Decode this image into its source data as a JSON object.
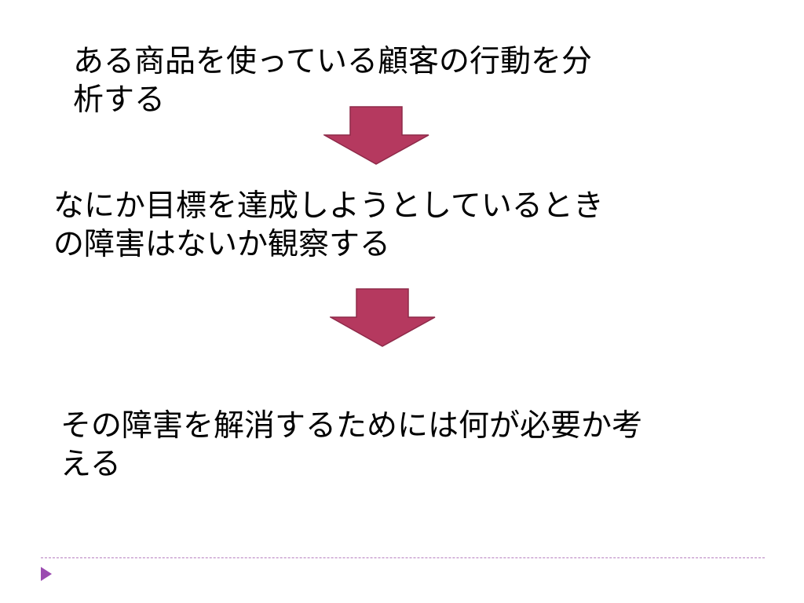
{
  "steps": [
    {
      "lines": [
        "ある商品を使っている顧客の行動を分",
        "析する"
      ]
    },
    {
      "lines": [
        "なにか目標を達成しようとしているとき",
        "の障害はないか観察する"
      ]
    },
    {
      "lines": [
        "その障害を解消するためには何が必要か考",
        "える"
      ]
    }
  ],
  "colors": {
    "arrow_fill": "#b5395f",
    "arrow_stroke": "#8e2a49",
    "divider": "#b77fc0",
    "bullet": "#9b4bb0"
  },
  "icons": {
    "flow_arrow": "down-arrow-icon",
    "slide_bullet": "play-triangle-icon"
  }
}
